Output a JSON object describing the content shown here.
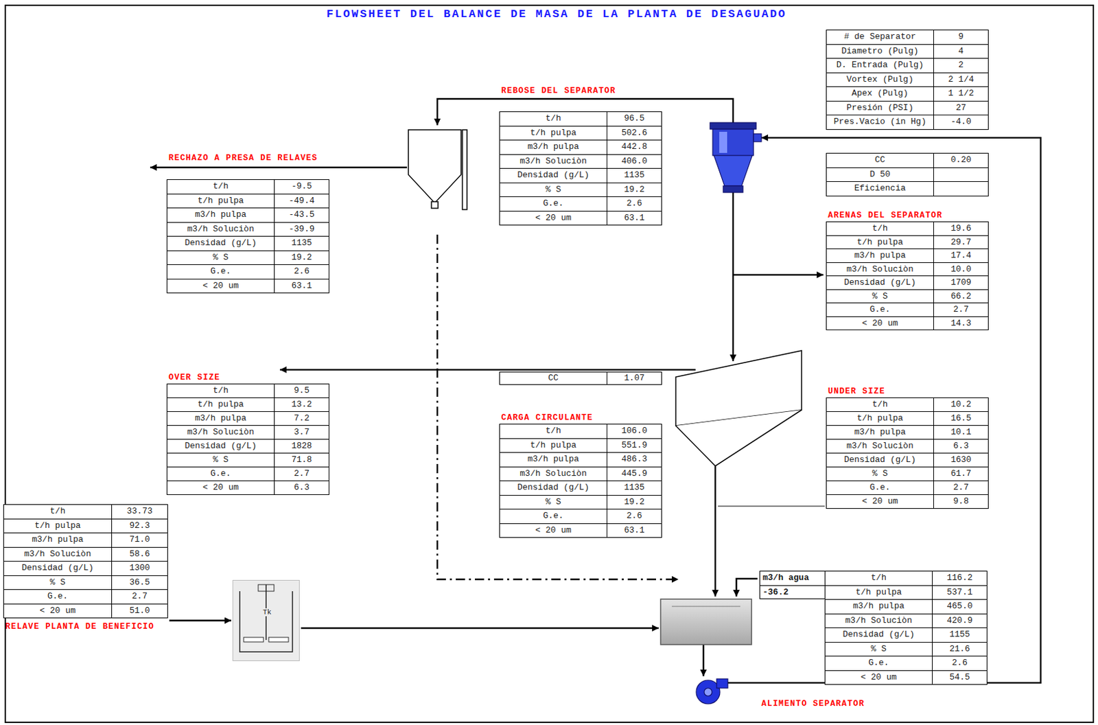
{
  "diagram": {
    "title": "FLOWSHEET DEL BALANCE DE MASA DE LA PLANTA DE DESAGUADO",
    "nodes": [
      {
        "text": [
          "# de Separator",
          "9",
          "Diametro (Pulg)",
          "4",
          "D. Entrada (Pulg)",
          "2",
          "Vortex (Pulg)",
          "2 1/4",
          "Apex (Pulg)",
          "1 1/2",
          "Presión (PSI)",
          "27",
          "Pres.Vacio (in Hg)",
          "-4.0"
        ]
      },
      {
        "text": [
          "REBOSE DEL SEPARATOR",
          "t/h",
          "96.5",
          "t/h pulpa",
          "502.6",
          "m3/h pulpa",
          "442.8",
          "m3/h Soluciòn",
          "406.0",
          "Densidad (g/L)",
          "1135",
          "% S",
          "19.2",
          "G.e.",
          "2.6",
          "< 20 um",
          "63.1"
        ]
      },
      {
        "text": [
          "CC",
          "0.20",
          "D 50",
          "Eficiencia"
        ]
      },
      {
        "text": [
          "RECHAZO A PRESA DE RELAVES",
          "t/h",
          "-9.5",
          "t/h pulpa",
          "-49.4",
          "m3/h pulpa",
          "-43.5",
          "m3/h Soluciòn",
          "-39.9",
          "Densidad (g/L)",
          "1135",
          "% S",
          "19.2",
          "G.e.",
          "2.6",
          "< 20 um",
          "63.1"
        ]
      },
      {
        "text": [
          "ARENAS DEL SEPARATOR",
          "t/h",
          "19.6",
          "t/h pulpa",
          "29.7",
          "m3/h pulpa",
          "17.4",
          "m3/h Soluciòn",
          "10.0",
          "Densidad (g/L)",
          "1709",
          "% S",
          "66.2",
          "G.e.",
          "2.7",
          "< 20 um",
          "14.3"
        ]
      },
      {
        "text": [
          "OVER SIZE",
          "t/h",
          "9.5",
          "t/h pulpa",
          "13.2",
          "m3/h pulpa",
          "7.2",
          "m3/h Soluciòn",
          "3.7",
          "Densidad (g/L)",
          "1828",
          "% S",
          "71.8",
          "G.e.",
          "2.7",
          "< 20 um",
          "6.3"
        ]
      },
      {
        "text": [
          "CC",
          "1.07"
        ]
      },
      {
        "text": [
          "UNDER SIZE",
          "t/h",
          "10.2",
          "t/h pulpa",
          "16.5",
          "m3/h pulpa",
          "10.1",
          "m3/h Soluciòn",
          "6.3",
          "Densidad (g/L)",
          "1630",
          "% S",
          "61.7",
          "G.e.",
          "2.7",
          "< 20 um",
          "9.8"
        ]
      },
      {
        "text": [
          "CARGA CIRCULANTE",
          "t/h",
          "106.0",
          "t/h pulpa",
          "551.9",
          "m3/h pulpa",
          "486.3",
          "m3/h Soluciòn",
          "445.9",
          "Densidad (g/L)",
          "1135",
          "% S",
          "19.2",
          "G.e.",
          "2.6",
          "< 20 um",
          "63.1"
        ]
      },
      {
        "text": [
          "t/h",
          "33.73",
          "t/h pulpa",
          "92.3",
          "m3/h pulpa",
          "71.0",
          "m3/h Soluciòn",
          "58.6",
          "Densidad (g/L)",
          "1300",
          "% S",
          "36.5",
          "G.e.",
          "2.7",
          "< 20 um",
          "51.0",
          "RELAVE PLANTA DE BENEFICIO"
        ]
      },
      {
        "text": [
          "Tk"
        ]
      },
      {
        "text": [
          "t/h",
          "116.2",
          "t/h pulpa",
          "537.1",
          "m3/h pulpa",
          "465.0",
          "m3/h Soluciòn",
          "420.9",
          "Densidad (g/L)",
          "1155",
          "% S",
          "21.6",
          "G.e.",
          "2.6",
          "< 20 um",
          "54.5",
          "m3/h agua",
          "-36.2",
          "ALIMENTO SEPARATOR"
        ]
      }
    ],
    "edges": [
      {
        "from": 9,
        "to": 10,
        "arrow": "to"
      }
    ]
  }
}
